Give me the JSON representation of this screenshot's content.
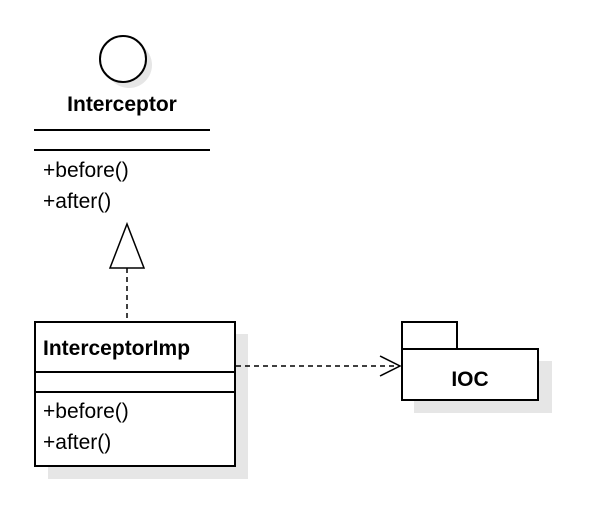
{
  "diagram": {
    "interface": {
      "name": "Interceptor",
      "methods": [
        "+before()",
        "+after()"
      ]
    },
    "implementation": {
      "name": "InterceptorImp",
      "methods": [
        "+before()",
        "+after()"
      ]
    },
    "package": {
      "name": "IOC"
    },
    "relations": [
      {
        "from": "InterceptorImp",
        "to": "Interceptor",
        "kind": "realization"
      },
      {
        "from": "InterceptorImp",
        "to": "IOC",
        "kind": "dependency"
      }
    ],
    "colors": {
      "line": "#000000",
      "shadow": "#e6e6e6",
      "background": "#ffffff"
    }
  }
}
